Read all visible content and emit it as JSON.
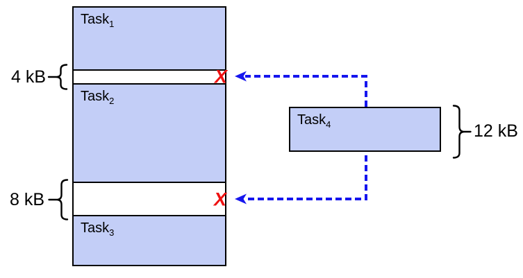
{
  "colors": {
    "block_fill": "#c3cef7",
    "outline": "#000000",
    "arrow_blue": "#1616ee",
    "reject_red": "#ee1111",
    "background": "#ffffff",
    "text": "#000000"
  },
  "memory_map": {
    "tasks": {
      "task1": {
        "base": "Task",
        "sub": "1"
      },
      "task2": {
        "base": "Task",
        "sub": "2"
      },
      "task3": {
        "base": "Task",
        "sub": "3"
      }
    },
    "gap_labels": {
      "small_gap": "4 kB",
      "large_gap": "8 kB"
    }
  },
  "incoming_task": {
    "base": "Task",
    "sub": "4",
    "size_label": "12 kB"
  },
  "markers": {
    "reject_symbol": "X"
  }
}
